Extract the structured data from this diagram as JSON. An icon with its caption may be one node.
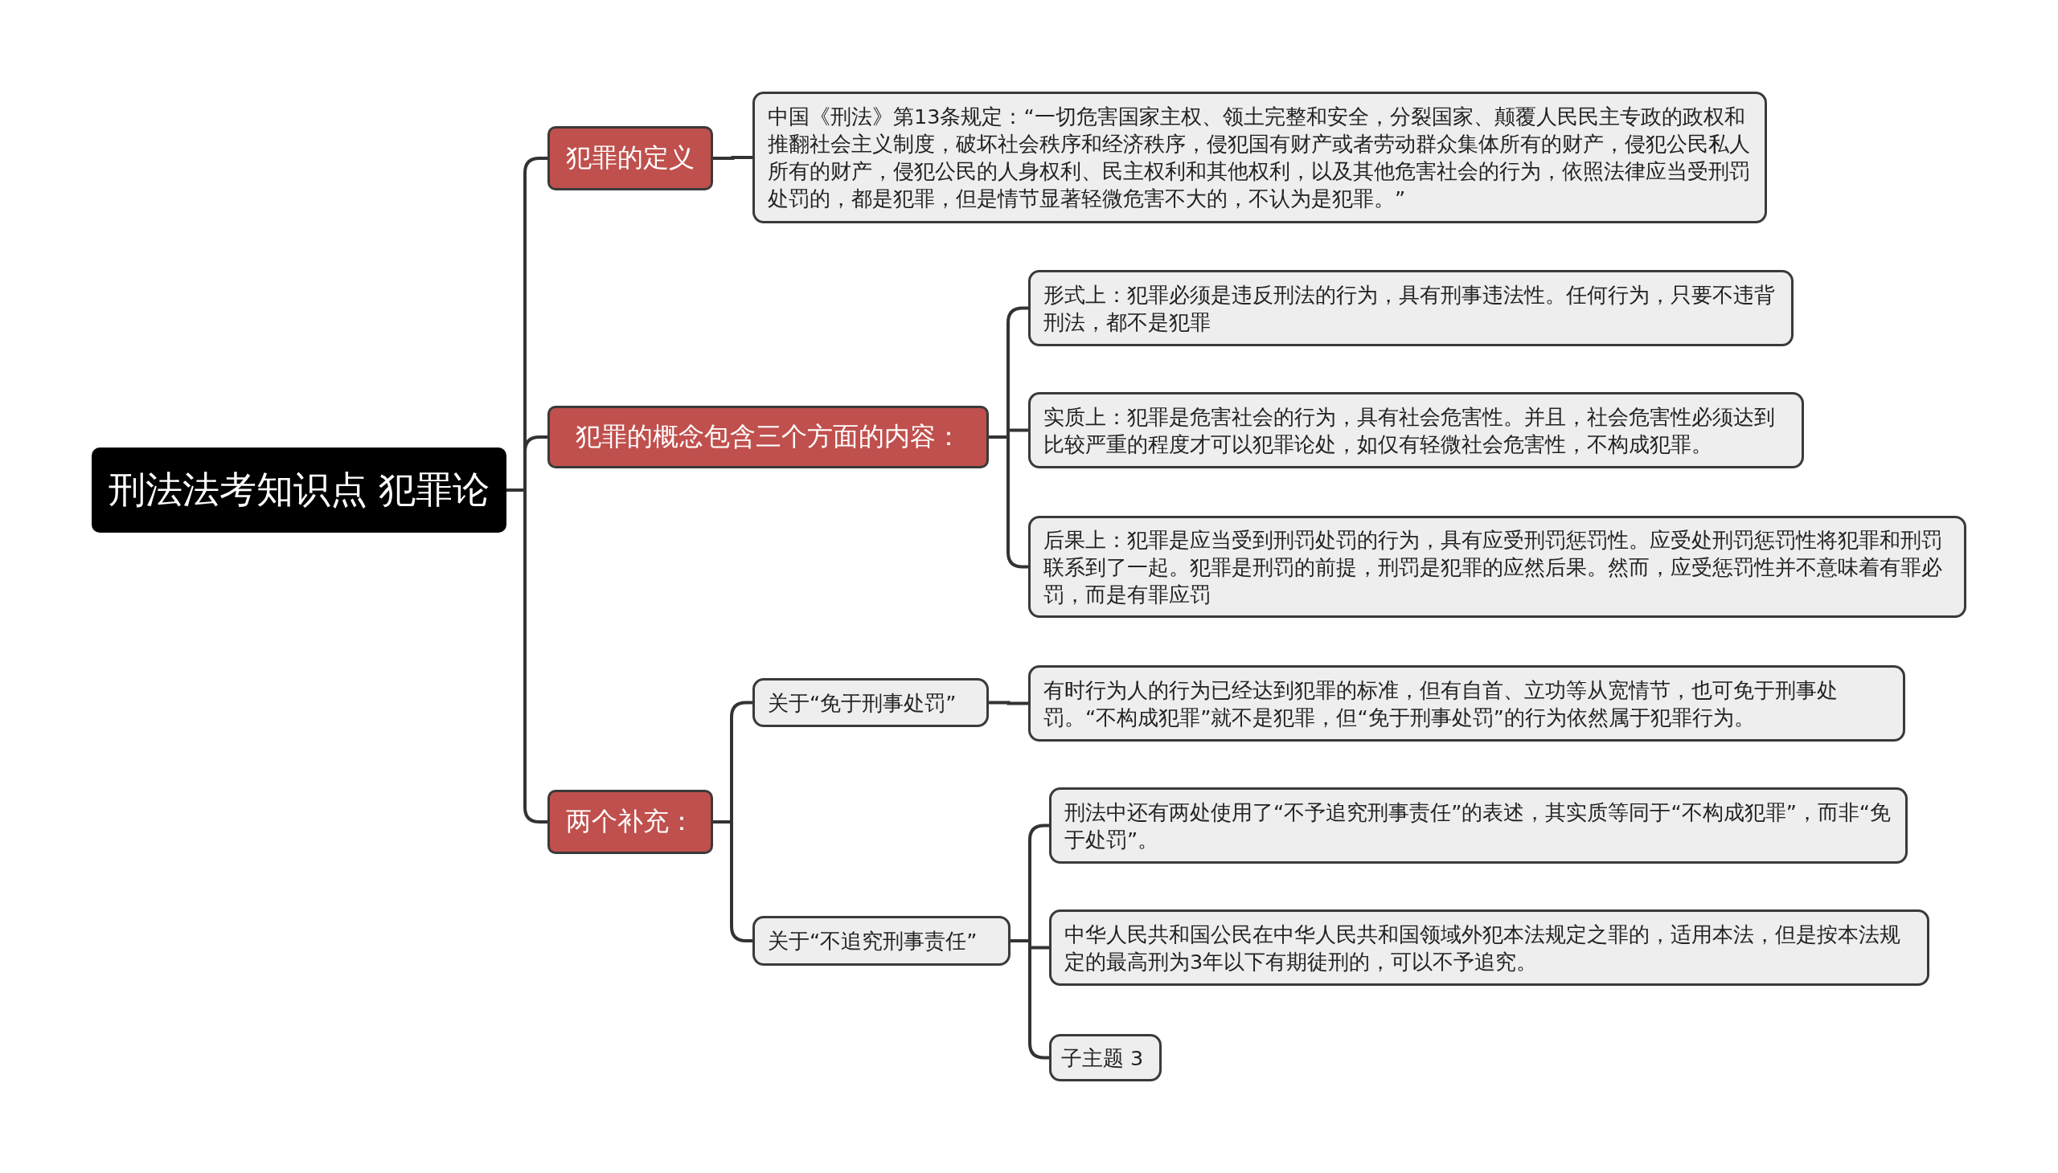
{
  "diagram": {
    "nodes": [
      {
        "text": [
          "刑法法考知识点 犯罪论"
        ]
      },
      {
        "text": [
          "犯罪的定义"
        ]
      },
      {
        "text": [
          "中国《刑法》第13条规定：“一切危害国家主权、领土完整和安全，分裂国家、颠覆人民民主专政的政权和推翻社会主义制度，破坏社会秩序和经济秩序，侵犯国有财产或者劳动群众集体所有的财产，侵犯公民私人所有的财产，侵犯公民的人身权利、民主权利和其他权利，以及其他危害社会的行为，依照法律应当受刑罚处罚的，都是犯罪，但是情节显著轻微危害不大的，不认为是犯罪。”"
        ]
      },
      {
        "text": [
          "犯罪的概念包含三个方面的内容："
        ]
      },
      {
        "text": [
          "形式上：犯罪必须是违反刑法的行为，具有刑事违法性。任何行为，只要不违背刑法，都不是犯罪"
        ]
      },
      {
        "text": [
          "实质上：犯罪是危害社会的行为，具有社会危害性。并且，社会危害性必须达到比较严重的程度才可以犯罪论处，如仅有轻微社会危害性，不构成犯罪。"
        ]
      },
      {
        "text": [
          "后果上：犯罪是应当受到刑罚处罚的行为，具有应受刑罚惩罚性。应受处刑罚惩罚性将犯罪和刑罚联系到了一起。犯罪是刑罚的前提，刑罚是犯罪的应然后果。然而，应受惩罚性并不意味着有罪必罚，而是有罪应罚"
        ]
      },
      {
        "text": [
          "两个补充："
        ]
      },
      {
        "text": [
          "关于“免于刑事处罚”"
        ]
      },
      {
        "text": [
          "有时行为人的行为已经达到犯罪的标准，但有自首、立功等从宽情节，也可免于刑事处罚。“不构成犯罪”就不是犯罪，但“免于刑事处罚”的行为依然属于犯罪行为。"
        ]
      },
      {
        "text": [
          "关于“不追究刑事责任”"
        ]
      },
      {
        "text": [
          "刑法中还有两处使用了“不予追究刑事责任”的表述，其实质等同于“不构成犯罪”，而非“免于处罚”。"
        ]
      },
      {
        "text": [
          "中华人民共和国公民在中华人民共和国领域外犯本法规定之罪的，适用本法，但是按本法规定的最高刑为3年以下有期徒刑的，可以不予追究。"
        ]
      },
      {
        "text": [
          "子主题 3"
        ]
      }
    ],
    "edges": [
      {
        "from": 0,
        "to": 1,
        "arrow": "none"
      },
      {
        "from": 1,
        "to": 2,
        "arrow": "none"
      },
      {
        "from": 0,
        "to": 3,
        "arrow": "none"
      },
      {
        "from": 3,
        "to": 4,
        "arrow": "none"
      },
      {
        "from": 3,
        "to": 5,
        "arrow": "none"
      },
      {
        "from": 3,
        "to": 6,
        "arrow": "none"
      },
      {
        "from": 0,
        "to": 7,
        "arrow": "none"
      },
      {
        "from": 7,
        "to": 8,
        "arrow": "none"
      },
      {
        "from": 8,
        "to": 9,
        "arrow": "none"
      },
      {
        "from": 7,
        "to": 10,
        "arrow": "none"
      },
      {
        "from": 10,
        "to": 11,
        "arrow": "none"
      },
      {
        "from": 10,
        "to": 12,
        "arrow": "none"
      },
      {
        "from": 10,
        "to": 13,
        "arrow": "none"
      }
    ]
  }
}
